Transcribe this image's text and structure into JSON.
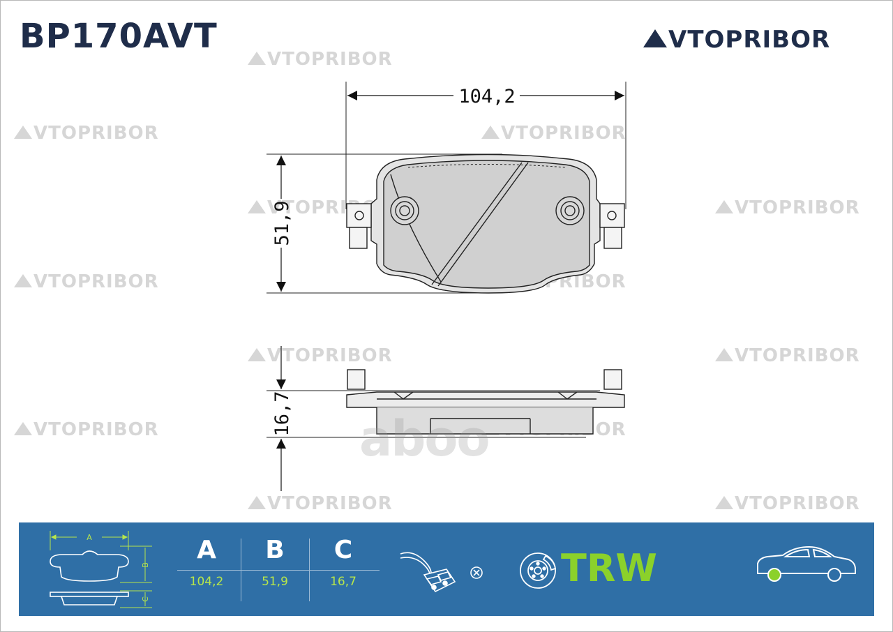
{
  "part_code": "BP170AVT",
  "brand": {
    "name": "VTOPRIBOR",
    "color": "#1f2d4a"
  },
  "watermark": {
    "text": "VTOPRIBOR",
    "color": "#d6d6d6"
  },
  "drawing": {
    "width_label": "104,2",
    "height_label": "51,9",
    "thickness_label": "16,7"
  },
  "specs": {
    "icon_labels": {
      "a": "A",
      "b": "B",
      "c": "C"
    },
    "columns": [
      {
        "header": "A",
        "value": "104,2"
      },
      {
        "header": "B",
        "value": "51,9"
      },
      {
        "header": "C",
        "value": "16,7"
      }
    ]
  },
  "sensor": {
    "icon": "wear-sensor-connector-icon",
    "status_icon": "cross-circle-icon"
  },
  "maker": {
    "icon": "brake-disc-icon",
    "name": "TRW",
    "color": "#8bd12b"
  },
  "axle": {
    "icon": "car-rear-axle-icon",
    "highlight_color": "#8bd12b"
  },
  "panel_color": "#2f6fa6",
  "existing_watermark": "aboo"
}
